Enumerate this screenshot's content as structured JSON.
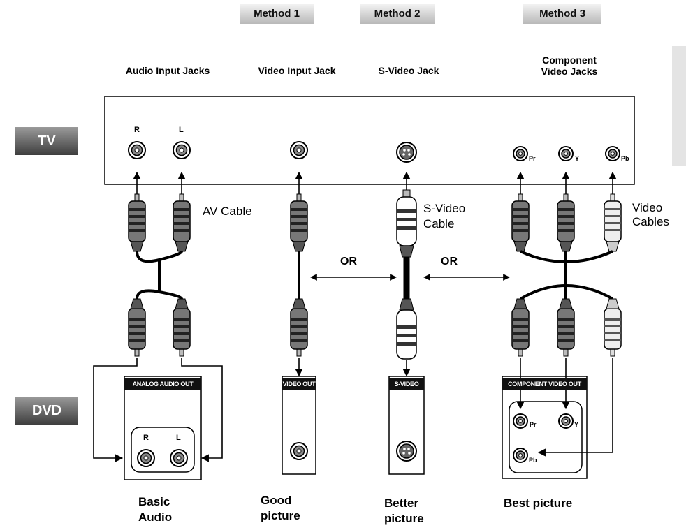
{
  "methods": {
    "m1": "Method 1",
    "m2": "Method 2",
    "m3": "Method 3"
  },
  "devices": {
    "tv": "TV",
    "dvd": "DVD"
  },
  "headers": {
    "audio": "Audio Input Jacks",
    "video": "Video Input Jack",
    "svideo": "S-Video Jack",
    "component_line1": "Component",
    "component_line2": "Video Jacks"
  },
  "tv_jack_labels": {
    "r": "R",
    "l": "L",
    "pr": "Pr",
    "y": "Y",
    "pb": "Pb"
  },
  "cables": {
    "av": "AV Cable",
    "svideo_line1": "S-Video",
    "svideo_line2": "Cable",
    "video_line1": "Video",
    "video_line2": "Cables"
  },
  "or_labels": [
    "OR",
    "OR"
  ],
  "dvd_panels": {
    "audio": {
      "title": "ANALOG AUDIO OUT",
      "r": "R",
      "l": "L"
    },
    "video": {
      "title": "VIDEO OUT"
    },
    "svideo": {
      "title": "S-VIDEO OUT"
    },
    "component": {
      "title": "COMPONENT VIDEO OUT",
      "pr": "Pr",
      "y": "Y",
      "pb": "Pb"
    }
  },
  "quality": {
    "basic_line1": "Basic",
    "basic_line2": "Audio",
    "good_line1": "Good",
    "good_line2": "picture",
    "better_line1": "Better",
    "better_line2": "picture",
    "best": "Best picture"
  }
}
